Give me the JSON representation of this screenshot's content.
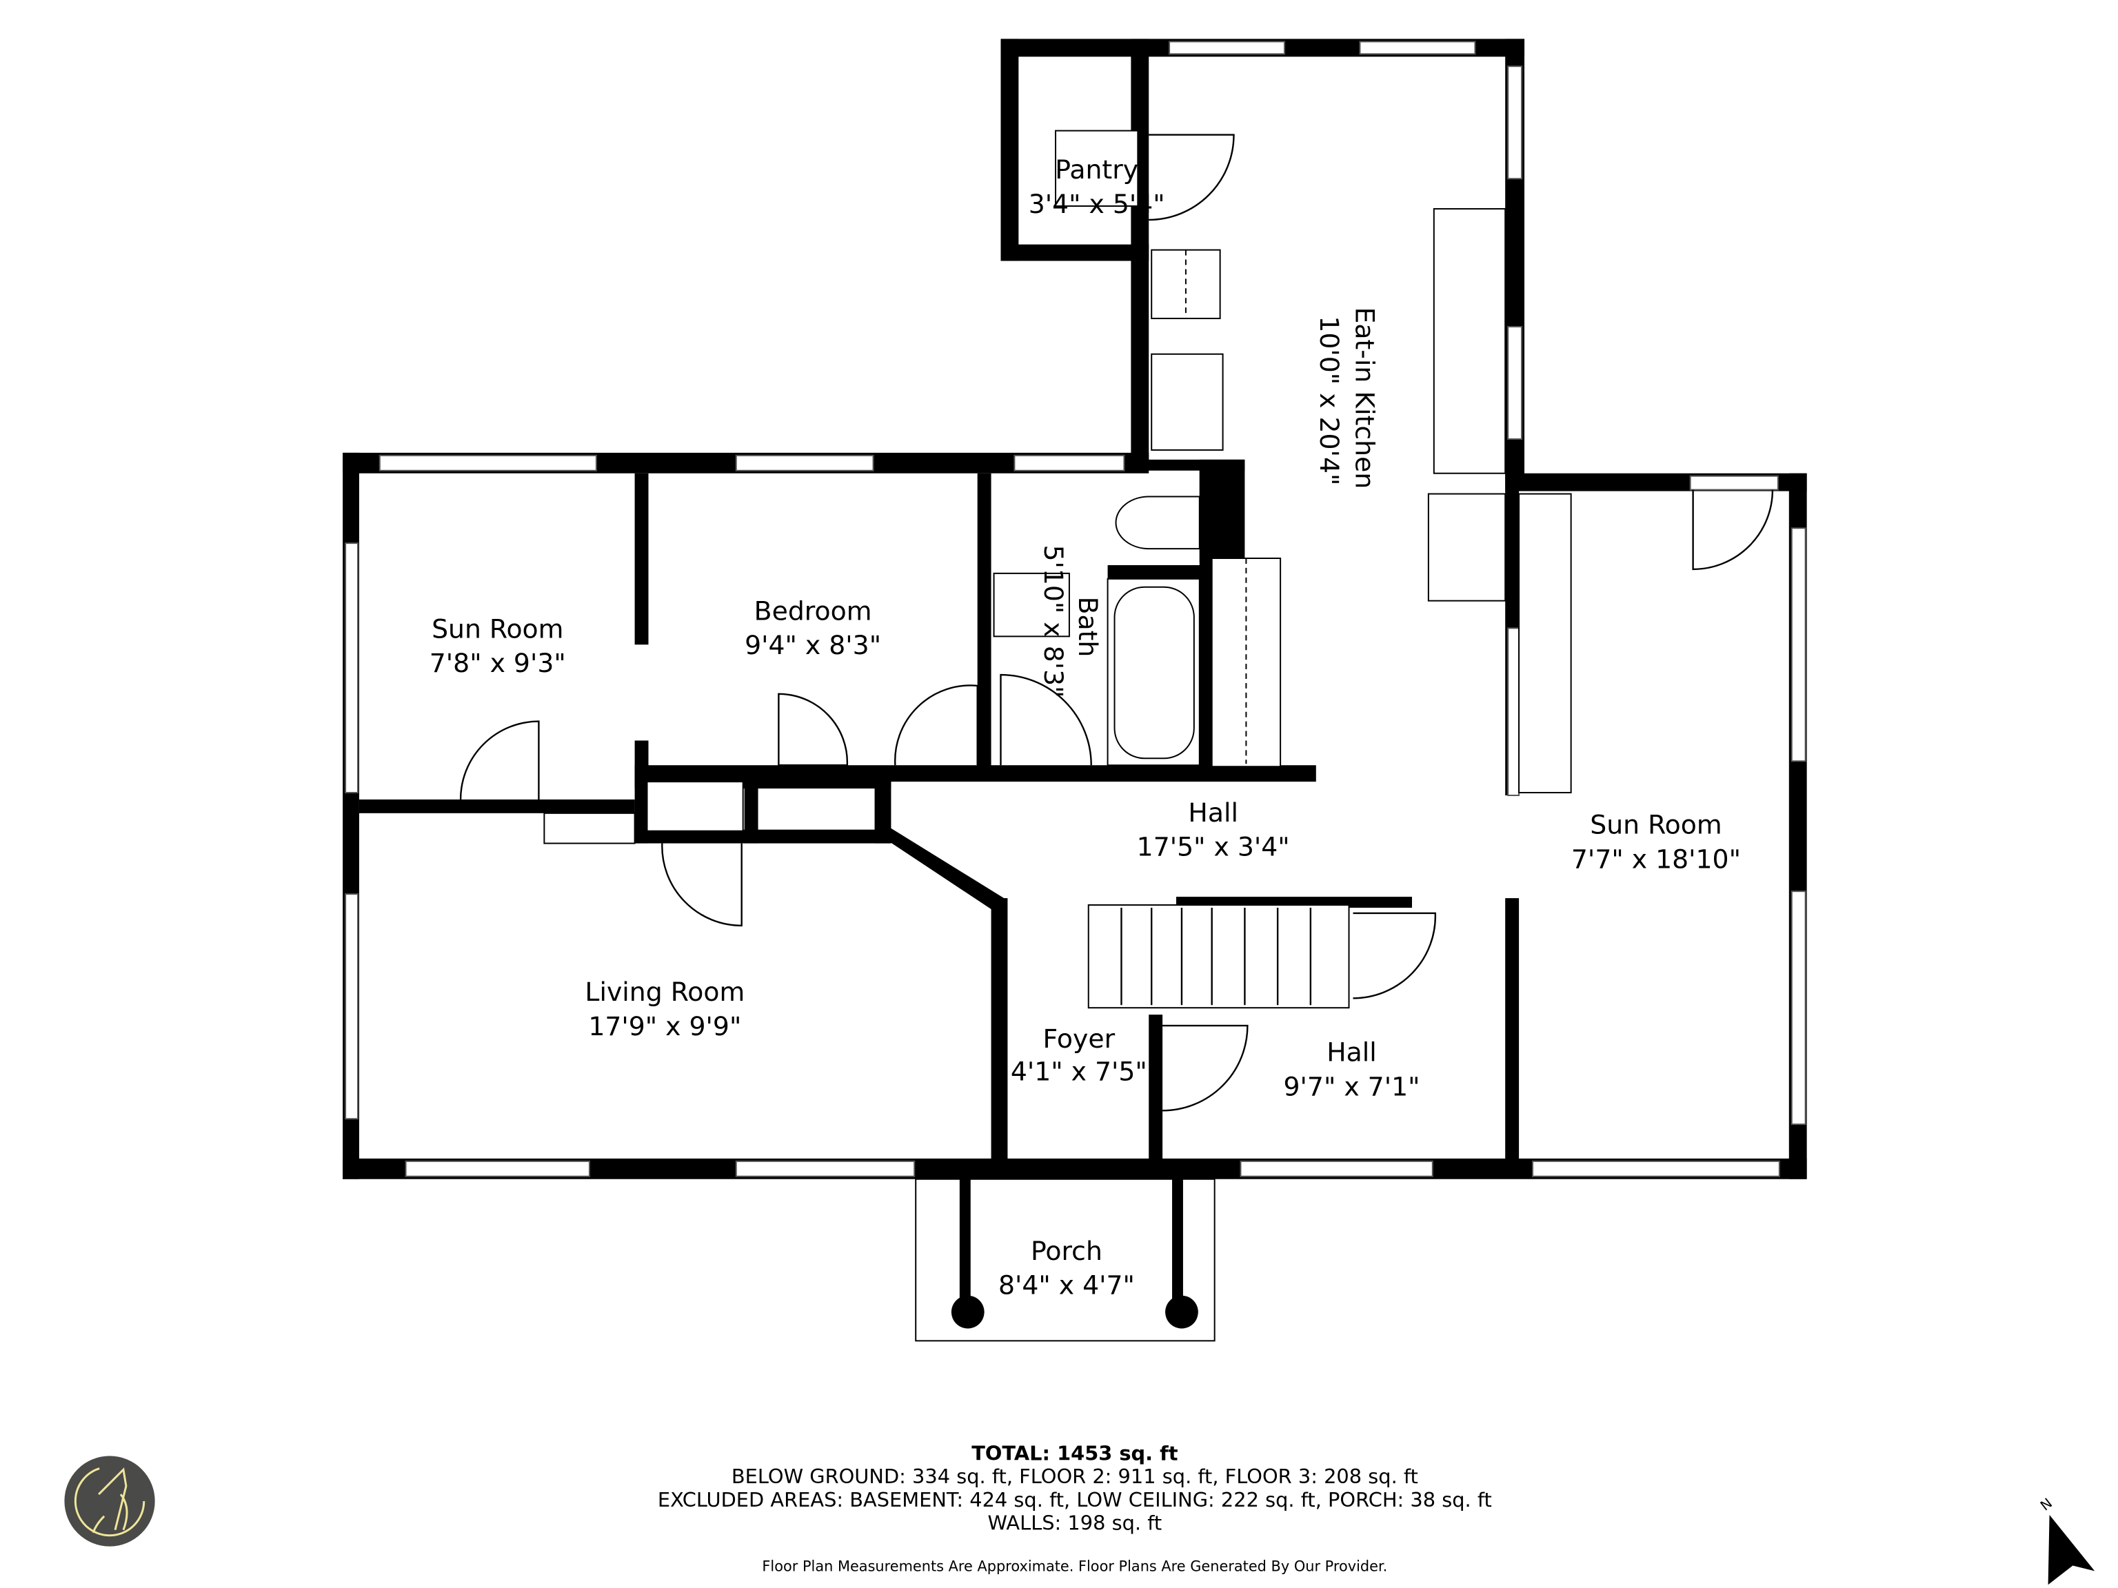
{
  "rooms": [
    {
      "name": "Pantry",
      "dims": "3'4\" x 5'4\""
    },
    {
      "name": "Eat-in Kitchen",
      "dims": "10'0\" x 20'4\""
    },
    {
      "name": "Sun Room",
      "dims": "7'8\" x 9'3\""
    },
    {
      "name": "Bedroom",
      "dims": "9'4\" x 8'3\""
    },
    {
      "name": "Bath",
      "dims": "5'10\" x 8'3\""
    },
    {
      "name": "Hall",
      "dims": "17'5\" x 3'4\""
    },
    {
      "name": "Sun Room",
      "dims": "7'7\" x 18'10\""
    },
    {
      "name": "Living Room",
      "dims": "17'9\" x 9'9\""
    },
    {
      "name": "Foyer",
      "dims": "4'1\" x 7'5\""
    },
    {
      "name": "Hall",
      "dims": "9'7\" x 7'1\""
    },
    {
      "name": "Porch",
      "dims": "8'4\" x 4'7\""
    }
  ],
  "summary": {
    "total": "TOTAL: 1453 sq. ft",
    "line1": "BELOW GROUND: 334 sq. ft, FLOOR 2: 911 sq. ft, FLOOR 3: 208 sq. ft",
    "line2": "EXCLUDED AREAS: BASEMENT: 424 sq. ft, LOW CEILING: 222 sq. ft, PORCH: 38 sq. ft",
    "line3": "WALLS: 198 sq. ft",
    "disclaimer": "Floor Plan Measurements Are Approximate. Floor Plans Are Generated By Our Provider."
  },
  "compass": {
    "label": "N",
    "icon": "north-arrow-icon"
  },
  "logo": {
    "icon": "howling-wolf-logo",
    "background": "#4a4a48",
    "stroke": "#efe59a"
  },
  "colors": {
    "walls": "#000000",
    "background": "#ffffff"
  }
}
